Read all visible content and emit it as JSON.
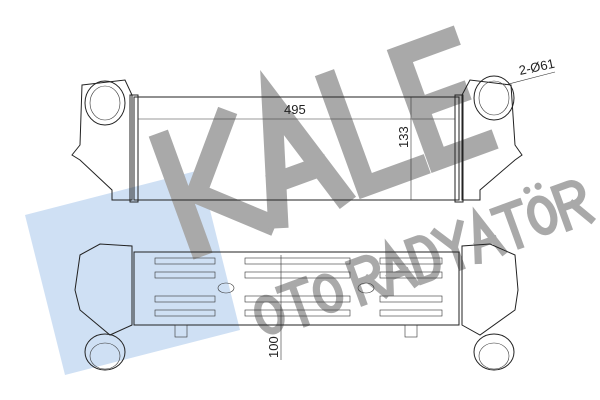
{
  "watermark": {
    "brand": "KALE",
    "sub": "OTO RADYATÖR",
    "brand_color": "#a9a9a9",
    "logo_color": "#cfe0f4"
  },
  "dimensions": {
    "width": "495",
    "height": "133",
    "depth": "100",
    "pipes": "2-Ø61"
  }
}
